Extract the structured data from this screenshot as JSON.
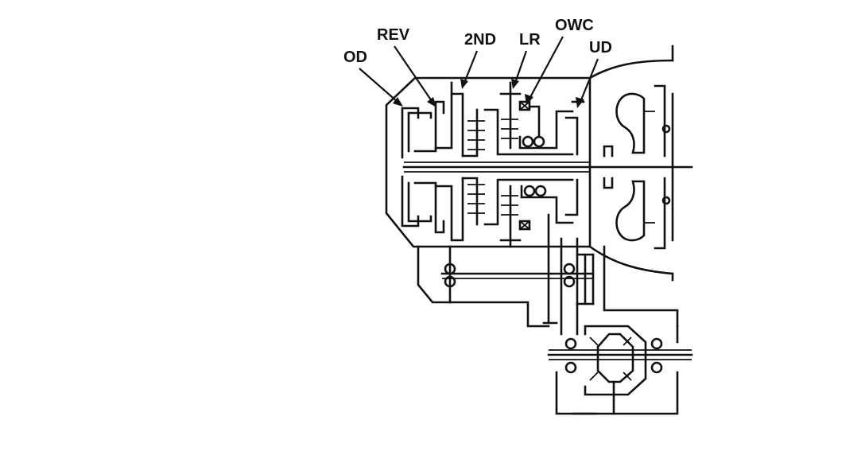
{
  "diagram": {
    "labels": {
      "od": "OD",
      "rev": "REV",
      "second": "2ND",
      "lr": "LR",
      "owc": "OWC",
      "ud": "UD"
    },
    "colors": {
      "ink": "#111111",
      "background": "#ffffff"
    }
  }
}
